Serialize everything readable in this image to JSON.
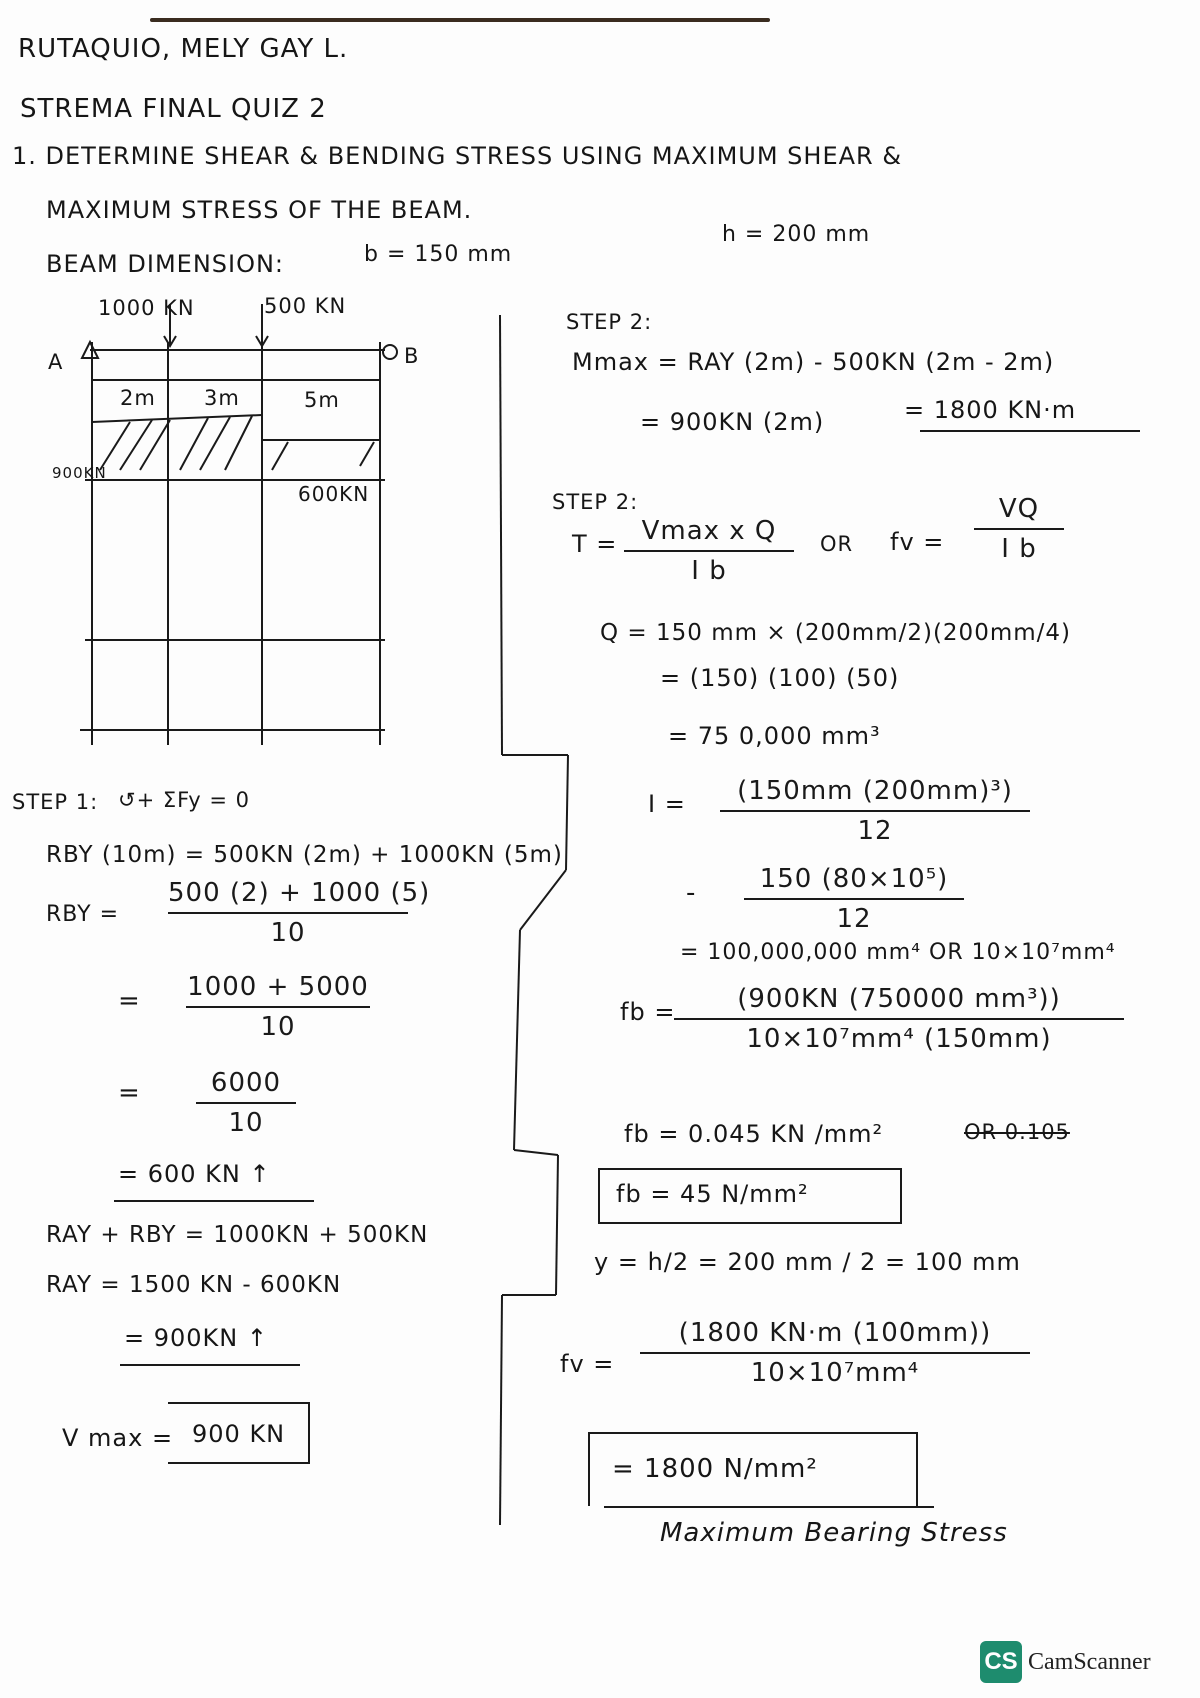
{
  "header": {
    "name": "RUTAQUIO, MELY GAY L.",
    "course": "STREMA FINAL QUIZ 2",
    "question_1": "1. DETERMINE SHEAR & BENDING STRESS USING MAXIMUM SHEAR &",
    "question_2": "MAXIMUM STRESS OF THE BEAM.",
    "beam_dimension_label": "BEAM DIMENSION:",
    "b_value": "b = 150 mm",
    "h_value": "h = 200 mm"
  },
  "diagram": {
    "load1": "1000 KN",
    "load2": "500 KN",
    "support_a": "A",
    "support_b": "B",
    "span1": "2m",
    "span2": "3m",
    "span3": "5m",
    "shear1": "900KN",
    "shear2": "600KN"
  },
  "step1": {
    "heading": "STEP 1:",
    "sum_eq": "↺+ ΣFy = 0",
    "eq1": "RBY (10m) = 500KN (2m) + 1000KN (5m)",
    "rby_label": "RBY =",
    "f1_num": "500 (2) + 1000 (5)",
    "f1_den": "10",
    "eq_sign": "=",
    "f2_num": "1000 + 5000",
    "f2_den": "10",
    "f3_num": "6000",
    "f3_den": "10",
    "rby_result": "= 600 KN ↑",
    "ray_sum": "RAY + RBY = 1000KN + 500KN",
    "ray_eq": "RAY = 1500 KN - 600KN",
    "ray_result": "= 900KN ↑",
    "vmax_label": "V max =",
    "vmax_value": "900 KN"
  },
  "step2a": {
    "heading": "STEP 2:",
    "mmax_eq": "Mmax = RAY (2m) - 500KN (2m - 2m)",
    "mmax_eq2": "= 900KN (2m)",
    "mmax_result": "= 1800 KN·m"
  },
  "step2b": {
    "heading": "STEP 2:",
    "tau_label": "T =",
    "tau_num": "Vmax x Q",
    "tau_den": "I b",
    "or_text": "OR",
    "fv_label": "fv =",
    "fv_num": "VQ",
    "fv_den": "I b",
    "q1": "Q = 150 mm × (200mm/2)(200mm/4)",
    "q2": "= (150) (100) (50)",
    "q3": "= 75 0,000 mm³",
    "i_label": "I =",
    "i_num": "(150mm (200mm)³)",
    "i_den": "12",
    "dash": "-",
    "i2_num": "150 (80×10⁵)",
    "i2_den": "12",
    "i_result": "= 100,000,000 mm⁴ OR 10×10⁷mm⁴",
    "fb_label": "fb =",
    "fb_num": "(900KN (750000 mm³))",
    "fb_den": "10×10⁷mm⁴ (150mm)",
    "fb_val": "fb = 0.045 KN /mm²",
    "fb_strike": "OR 0.105",
    "fb_box": "fb = 45 N/mm²",
    "y_eq": "y = h/2 = 200 mm / 2 = 100 mm",
    "fv2_label": "fv =",
    "fv2_num": "(1800 KN·m (100mm))",
    "fv2_den": "10×10⁷mm⁴",
    "fv_result": "= 1800 N/mm²",
    "caption": "Maximum Bearing Stress"
  },
  "footer": {
    "logo": "CS",
    "brand": "CamScanner"
  }
}
